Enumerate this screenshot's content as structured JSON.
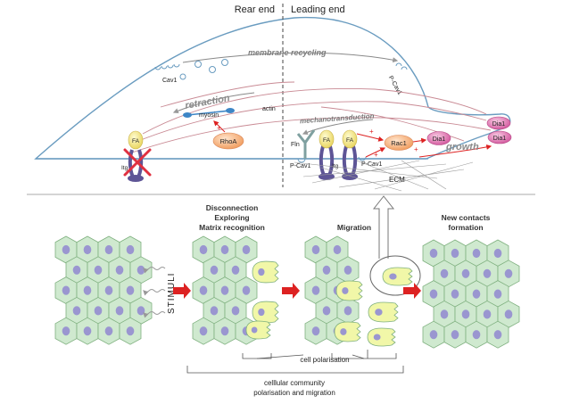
{
  "top": {
    "rear_end": "Rear end",
    "leading_end": "Leading end",
    "membrane_recycling": "membrane recycling",
    "cav1": "Cav1",
    "p_cav1_top": "P-Cav1",
    "retraction": "retraction",
    "myosin": "myosin",
    "actin": "actin",
    "rhoa": "RhoA",
    "fa_rear": "FA",
    "itg_rear": "Itg",
    "mechanotransduction": "mechanotransduction",
    "fln": "Fln",
    "fa1": "FA",
    "fa2": "FA",
    "p_cav1_left": "P-Cav1",
    "itg_front": "Itg",
    "p_cav1_front": "P-Cav1",
    "rac1": "Rac1",
    "dia1_mid": "Dia1",
    "dia1_top": "Dia1",
    "dia1_bottom": "Dia1",
    "growth": "growth",
    "ecm": "ECM"
  },
  "bottom": {
    "stimuli": "STIMULI",
    "stage2_line1": "Disconnection",
    "stage2_line2": "Exploring",
    "stage2_line3": "Matrix recognition",
    "stage3": "Migration",
    "stage4_line1": "New contacts",
    "stage4_line2": "formation",
    "cell_polarisation": "cell polarisation",
    "community_line1": "celllular community",
    "community_line2": "polarisation and migration"
  },
  "colors": {
    "membrane": "#6a9cc0",
    "actin_line": "#c98a94",
    "cell_fill": "#cfe9cf",
    "cell_stroke": "#7fb07f",
    "nucleus": "#9a96d0",
    "polar_fill": "#f1f7a8",
    "arrow_red": "#dd2222",
    "fa_yellow": "#f3e58a",
    "rac_orange": "#f6b98a",
    "dia_pink": "#e27ab6",
    "itg_purple": "#5e5596"
  }
}
